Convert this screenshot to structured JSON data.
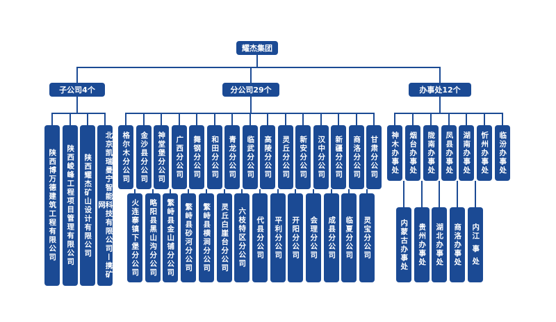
{
  "root": "耀杰集团",
  "groups": [
    {
      "label": "子公司4个",
      "units": [
        "陕西博万德建筑工程有限公司",
        "陕西峻峰工程项目管理有限公司",
        "陕西耀杰矿山设计有限公司",
        "北京凯瑞曼宁智能科技有限公司—携矿网"
      ]
    },
    {
      "label": "分公司29个",
      "top_units": [
        "格尔木分公司",
        "金沙县分公司",
        "神堂堡分公司",
        "广西分公司",
        "舞钢分公司",
        "和田分公司",
        "青龙分公司",
        "临武分公司",
        "高陵分公司",
        "灵丘分公司",
        "新安分公司",
        "汉中分公司",
        "新疆分公司",
        "商洛分公司",
        "甘肃分公司"
      ],
      "bottom_units": [
        "火连寨镇下堡分公司",
        "略阳县黑山沟分公司",
        "繁峙县金山铺分公司",
        "繁峙县砂河分公司",
        "繁峙县横涧分公司",
        "灵丘白崖台分公司",
        "六枝特区分公司",
        "代县分公司",
        "平利分公司",
        "开阳分公司",
        "会理分公司",
        "成县分公司",
        "临夏分公司",
        "灵宝分公司"
      ]
    },
    {
      "label": "办事处12个",
      "top_units": [
        "神木办事处",
        "烟台办事处",
        "陇南办事处",
        "凤县办事处",
        "湖南办事处",
        "忻州办事处",
        "临汾办事处"
      ],
      "bottom_units": [
        "内蒙古办事处",
        "贵州办事处",
        "湖北办事处",
        "商洛办事处",
        "内江 事 处"
      ]
    }
  ],
  "colors": {
    "box": "#1b4a94",
    "line": "#1b4a94",
    "text": "#ffffff",
    "background": "#ffffff"
  }
}
